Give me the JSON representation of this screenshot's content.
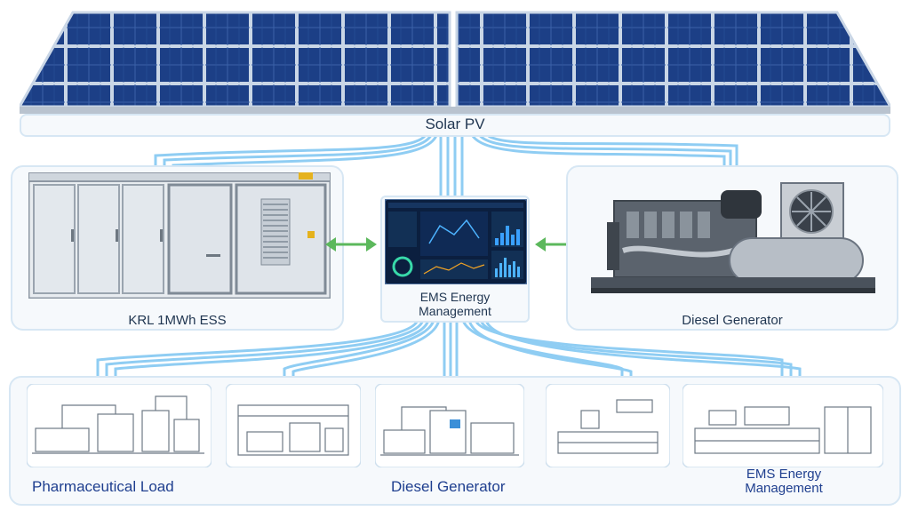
{
  "diagram": {
    "nodes": {
      "solar": {
        "label": "Solar PV"
      },
      "ess": {
        "label": "KRL 1MWh ESS"
      },
      "ems": {
        "label_line1": "EMS Energy",
        "label_line2": "Management"
      },
      "generator": {
        "label": "Diesel Generator"
      }
    },
    "loads": [
      {
        "label": "Pharmaceutical Load"
      },
      {
        "label": "Diesel Generator"
      },
      {
        "label_line1": "EMS Energy",
        "label_line2": "Management"
      }
    ],
    "colors": {
      "flow": "#5bb4ee",
      "bidirectional_arrow": "#5cb85c",
      "panel_border": "#d7e7f4",
      "solar_cell": "#1c3f86",
      "label": "#1f3550",
      "bottom_label": "#1f3f8f"
    }
  }
}
